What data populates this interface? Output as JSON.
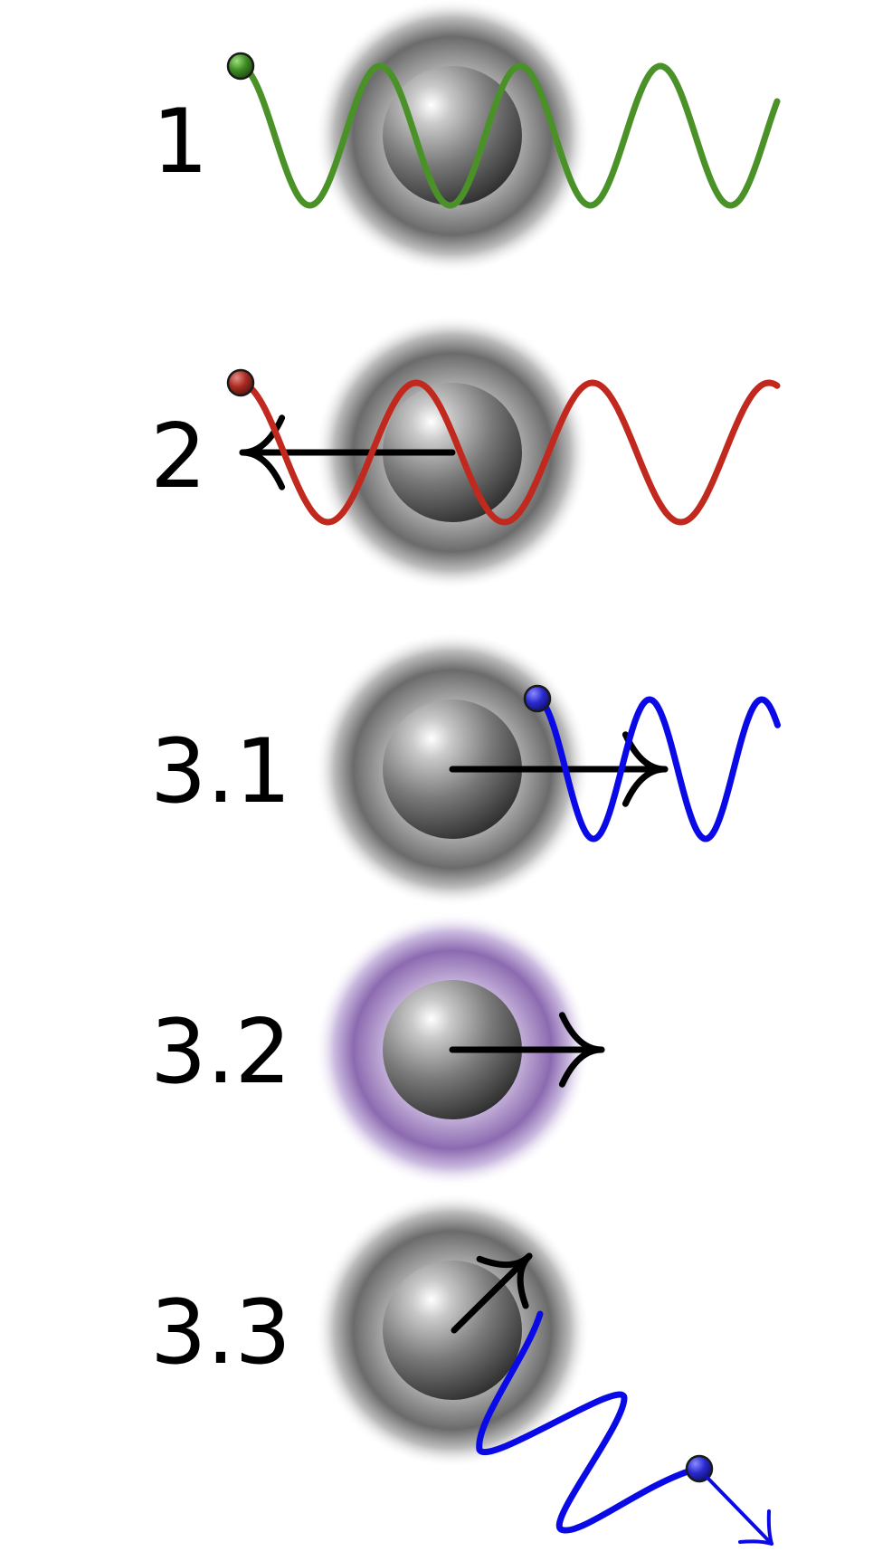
{
  "panels": [
    {
      "label": "1",
      "glow": "gray",
      "photon": "green",
      "arrow": "none"
    },
    {
      "label": "2",
      "glow": "gray",
      "photon": "red",
      "arrow": "left"
    },
    {
      "label": "3.1",
      "glow": "gray",
      "photon": "blue",
      "arrow": "right"
    },
    {
      "label": "3.2",
      "glow": "purple",
      "photon": "none",
      "arrow": "right"
    },
    {
      "label": "3.3",
      "glow": "gray",
      "photon": "blue",
      "arrow": "up-right"
    }
  ],
  "colors": {
    "green": "#4a9228",
    "red": "#c1281e",
    "blue": "#0a0ae6",
    "arrow": "#000000",
    "purple_glow": "#8c6ab0",
    "gray_glow": "#6b6b6b"
  }
}
